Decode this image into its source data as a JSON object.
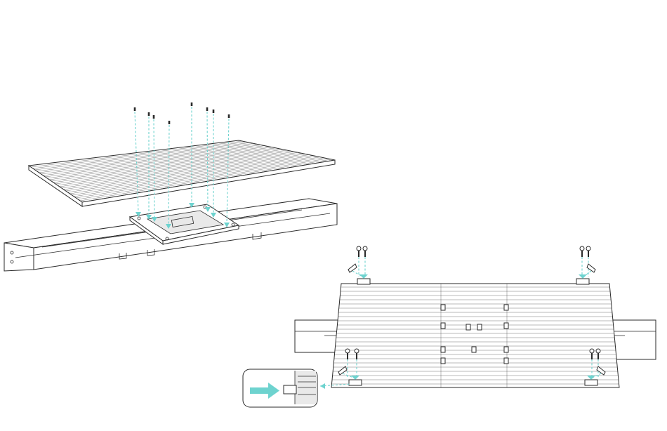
{
  "colors": {
    "line": "#2a2a2a",
    "fill": "#ffffff",
    "shade": "#e9e9e9",
    "accent": "#6ed3cf"
  },
  "steps": [
    {
      "name": "step-1-mount-plate-to-heatsink",
      "screw_count": 8
    },
    {
      "name": "step-2-attach-clips-to-rail",
      "screw_count": 8
    }
  ],
  "callout": {
    "icon": "arrow-right-icon"
  }
}
